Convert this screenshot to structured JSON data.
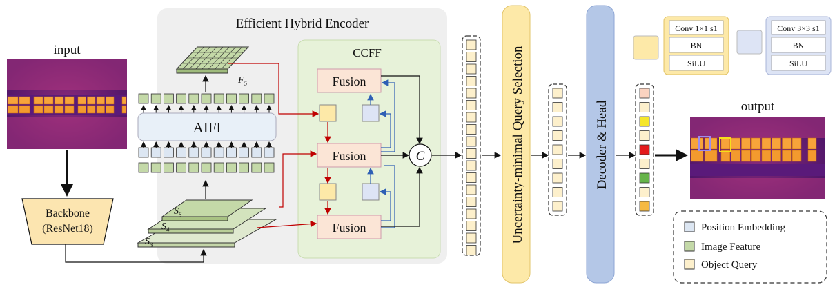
{
  "labels": {
    "input": "input",
    "output": "output",
    "backbone_line1": "Backbone",
    "backbone_line2": "(ResNet18)",
    "encoder_title": "Efficient Hybrid Encoder",
    "aifi": "AIFI",
    "ccff": "CCFF",
    "fusion": "Fusion",
    "concat": "C",
    "f5": "F",
    "f5_sub": "5",
    "s5": "S",
    "s5_sub": "5",
    "s4": "S",
    "s4_sub": "4",
    "s3": "S",
    "s3_sub": "3",
    "query_selection": "Uncertainty-minimal Query Selection",
    "decoder_head": "Decoder & Head"
  },
  "conv_blocks": [
    {
      "title": "Conv 1×1 s1",
      "bn": "BN",
      "act": "SiLU"
    },
    {
      "title": "Conv 3×3 s1",
      "bn": "BN",
      "act": "SiLU"
    }
  ],
  "legend": [
    {
      "label": "Position Embedding",
      "color": "#dce6f2"
    },
    {
      "label": "Image Feature",
      "color": "#c4d9a8"
    },
    {
      "label": "Object Query",
      "color": "#fdf0cc"
    }
  ],
  "colors": {
    "encoder_bg": "#efefef",
    "ccff_bg": "#e7f2d9",
    "fusion_fill": "#fbe5d6",
    "conv1_fill": "#fde9a8",
    "conv3_fill": "#dde4f5",
    "backbone_fill": "#fce5b0",
    "query_col": "#fdf0cc",
    "query_sel_bar": "#fde9a8",
    "decoder_bar": "#b4c7e7",
    "red_arrow": "#c00000",
    "blue_arrow": "#2e5fb5",
    "heat_bg": "#5a1a7a",
    "panel_orange": "#f7a43a",
    "det_blue": "#9c8cf0",
    "det_yellow": "#f5e11a"
  },
  "output_query_colors": [
    "#fbd3c0",
    "#fdf0cc",
    "#f5e629",
    "#fdf0cc",
    "#e41a1c",
    "#fdf0cc",
    "#66b44a",
    "#fdf0cc",
    "#f5b942"
  ]
}
